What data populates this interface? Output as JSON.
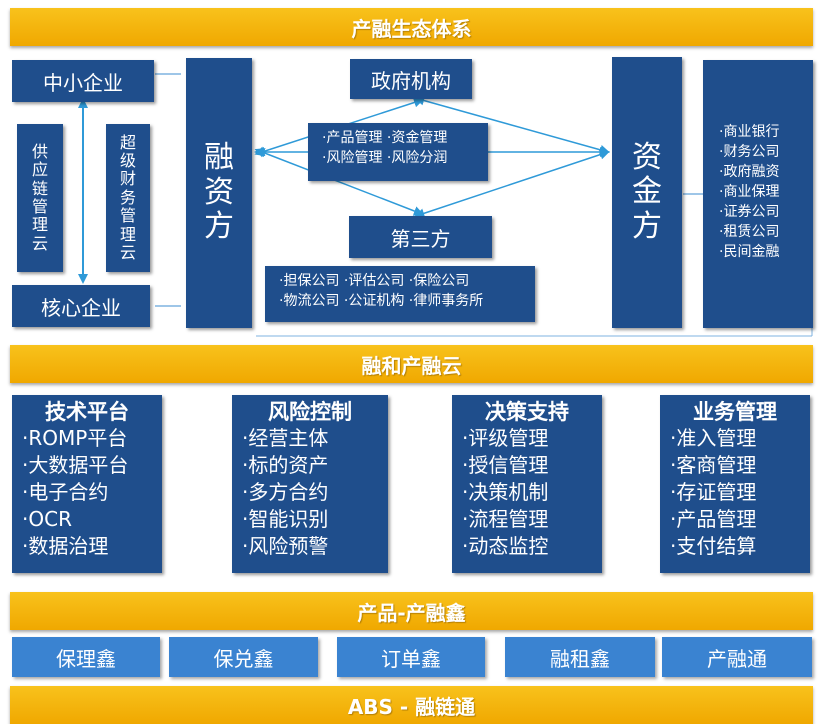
{
  "ecosystem": {
    "title": "产融生态体系",
    "sme": "中小企业",
    "core": "核心企业",
    "supply_chain_cloud": [
      "供",
      "应",
      "链",
      "管",
      "理",
      "云"
    ],
    "super_finance_cloud": [
      "超",
      "级",
      "财",
      "务",
      "管",
      "理",
      "云"
    ],
    "financing_party": [
      "融",
      "资",
      "方"
    ],
    "government": "政府机构",
    "center_services": [
      "·产品管理 ·资金管理",
      "·风险管理 ·风险分润"
    ],
    "third_party": "第三方",
    "third_party_list": [
      "·担保公司 ·评估公司 ·保险公司",
      "·物流公司 ·公证机构 ·律师事务所"
    ],
    "capital_party": [
      "资",
      "金",
      "方"
    ],
    "capital_list": [
      "·商业银行",
      "·财务公司",
      "·政府融资",
      "·商业保理",
      "·证券公司",
      "·租赁公司",
      "·民间金融"
    ]
  },
  "cloud": {
    "title": "融和产融云",
    "modules": [
      {
        "title": "技术平台",
        "items": [
          "·ROMP平台",
          "·大数据平台",
          "·电子合约",
          "·OCR",
          "·数据治理"
        ]
      },
      {
        "title": "风险控制",
        "items": [
          "·经营主体",
          "·标的资产",
          "·多方合约",
          "·智能识别",
          "·风险预警"
        ]
      },
      {
        "title": "决策支持",
        "items": [
          "·评级管理",
          "·授信管理",
          "·决策机制",
          "·流程管理",
          "·动态监控"
        ]
      },
      {
        "title": "业务管理",
        "items": [
          "·准入管理",
          "·客商管理",
          "·存证管理",
          "·产品管理",
          "·支付结算"
        ]
      }
    ]
  },
  "products": {
    "title": "产品-产融鑫",
    "items": [
      "保理鑫",
      "保兑鑫",
      "订单鑫",
      "融租鑫",
      "产融通"
    ]
  },
  "abs": {
    "title": "ABS - 融链通"
  },
  "colors": {
    "gold": "#f5b60f",
    "navy": "#1f4e8c",
    "light_blue": "#3a83d1",
    "arrow": "#2f9ad8"
  }
}
